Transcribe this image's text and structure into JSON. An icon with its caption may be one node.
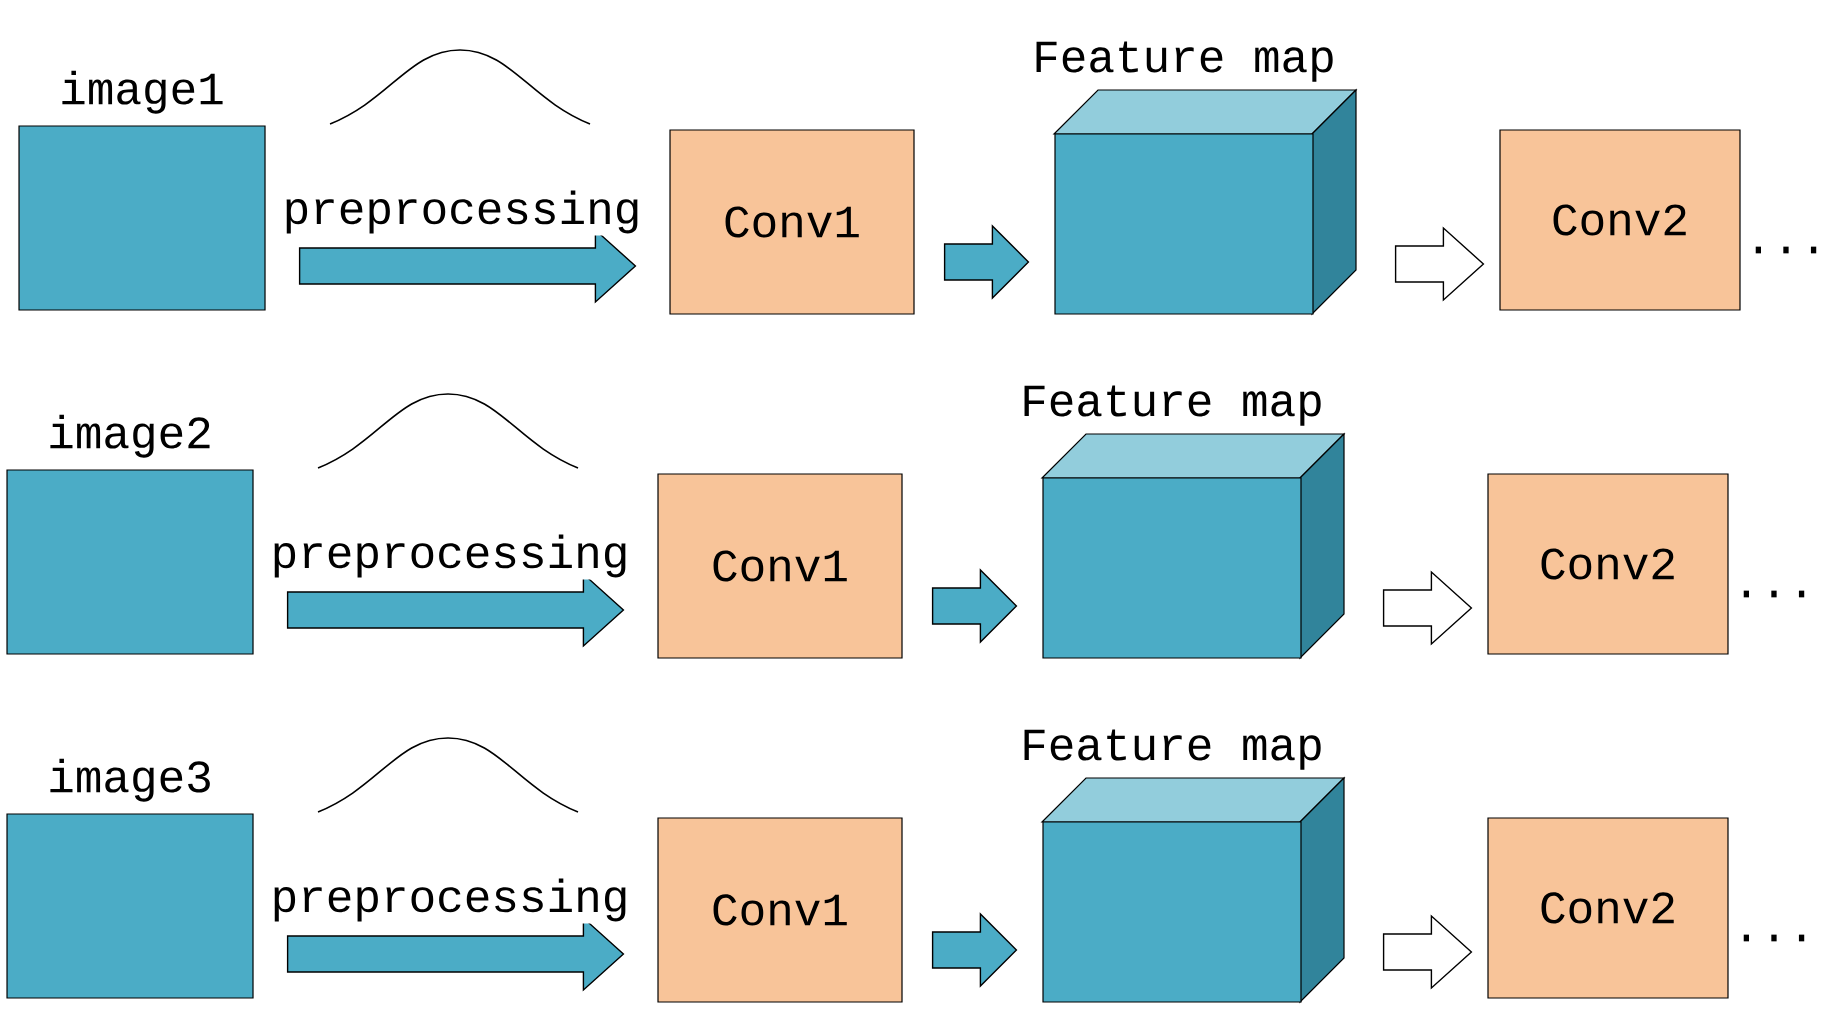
{
  "diagram": {
    "nodes": [
      {
        "text": [
          "image1"
        ]
      },
      {
        "text": [
          "Conv1"
        ]
      },
      {
        "text": [
          "Feature map"
        ]
      },
      {
        "text": [
          "Conv2"
        ]
      },
      {
        "text": [
          "image2"
        ]
      },
      {
        "text": [
          "Conv1"
        ]
      },
      {
        "text": [
          "Feature map"
        ]
      },
      {
        "text": [
          "Conv2"
        ]
      },
      {
        "text": [
          "image3"
        ]
      },
      {
        "text": [
          "Conv1"
        ]
      },
      {
        "text": [
          "Feature map"
        ]
      },
      {
        "text": [
          "Conv2"
        ]
      }
    ],
    "edges": [
      {
        "from": 0,
        "to": 1,
        "arrow": "to",
        "label": "preprocessing"
      },
      {
        "from": 1,
        "to": 2,
        "arrow": "to"
      },
      {
        "from": 2,
        "to": 3,
        "arrow": "to",
        "color": "#ffffff"
      },
      {
        "from": 4,
        "to": 5,
        "arrow": "to",
        "label": "preprocessing"
      },
      {
        "from": 5,
        "to": 6,
        "arrow": "to"
      },
      {
        "from": 6,
        "to": 7,
        "arrow": "to",
        "color": "#ffffff"
      },
      {
        "from": 8,
        "to": 9,
        "arrow": "to",
        "label": "preprocessing"
      },
      {
        "from": 9,
        "to": 10,
        "arrow": "to"
      },
      {
        "from": 10,
        "to": 11,
        "arrow": "to",
        "color": "#ffffff"
      }
    ],
    "labels": [
      "...",
      "...",
      "..."
    ]
  }
}
